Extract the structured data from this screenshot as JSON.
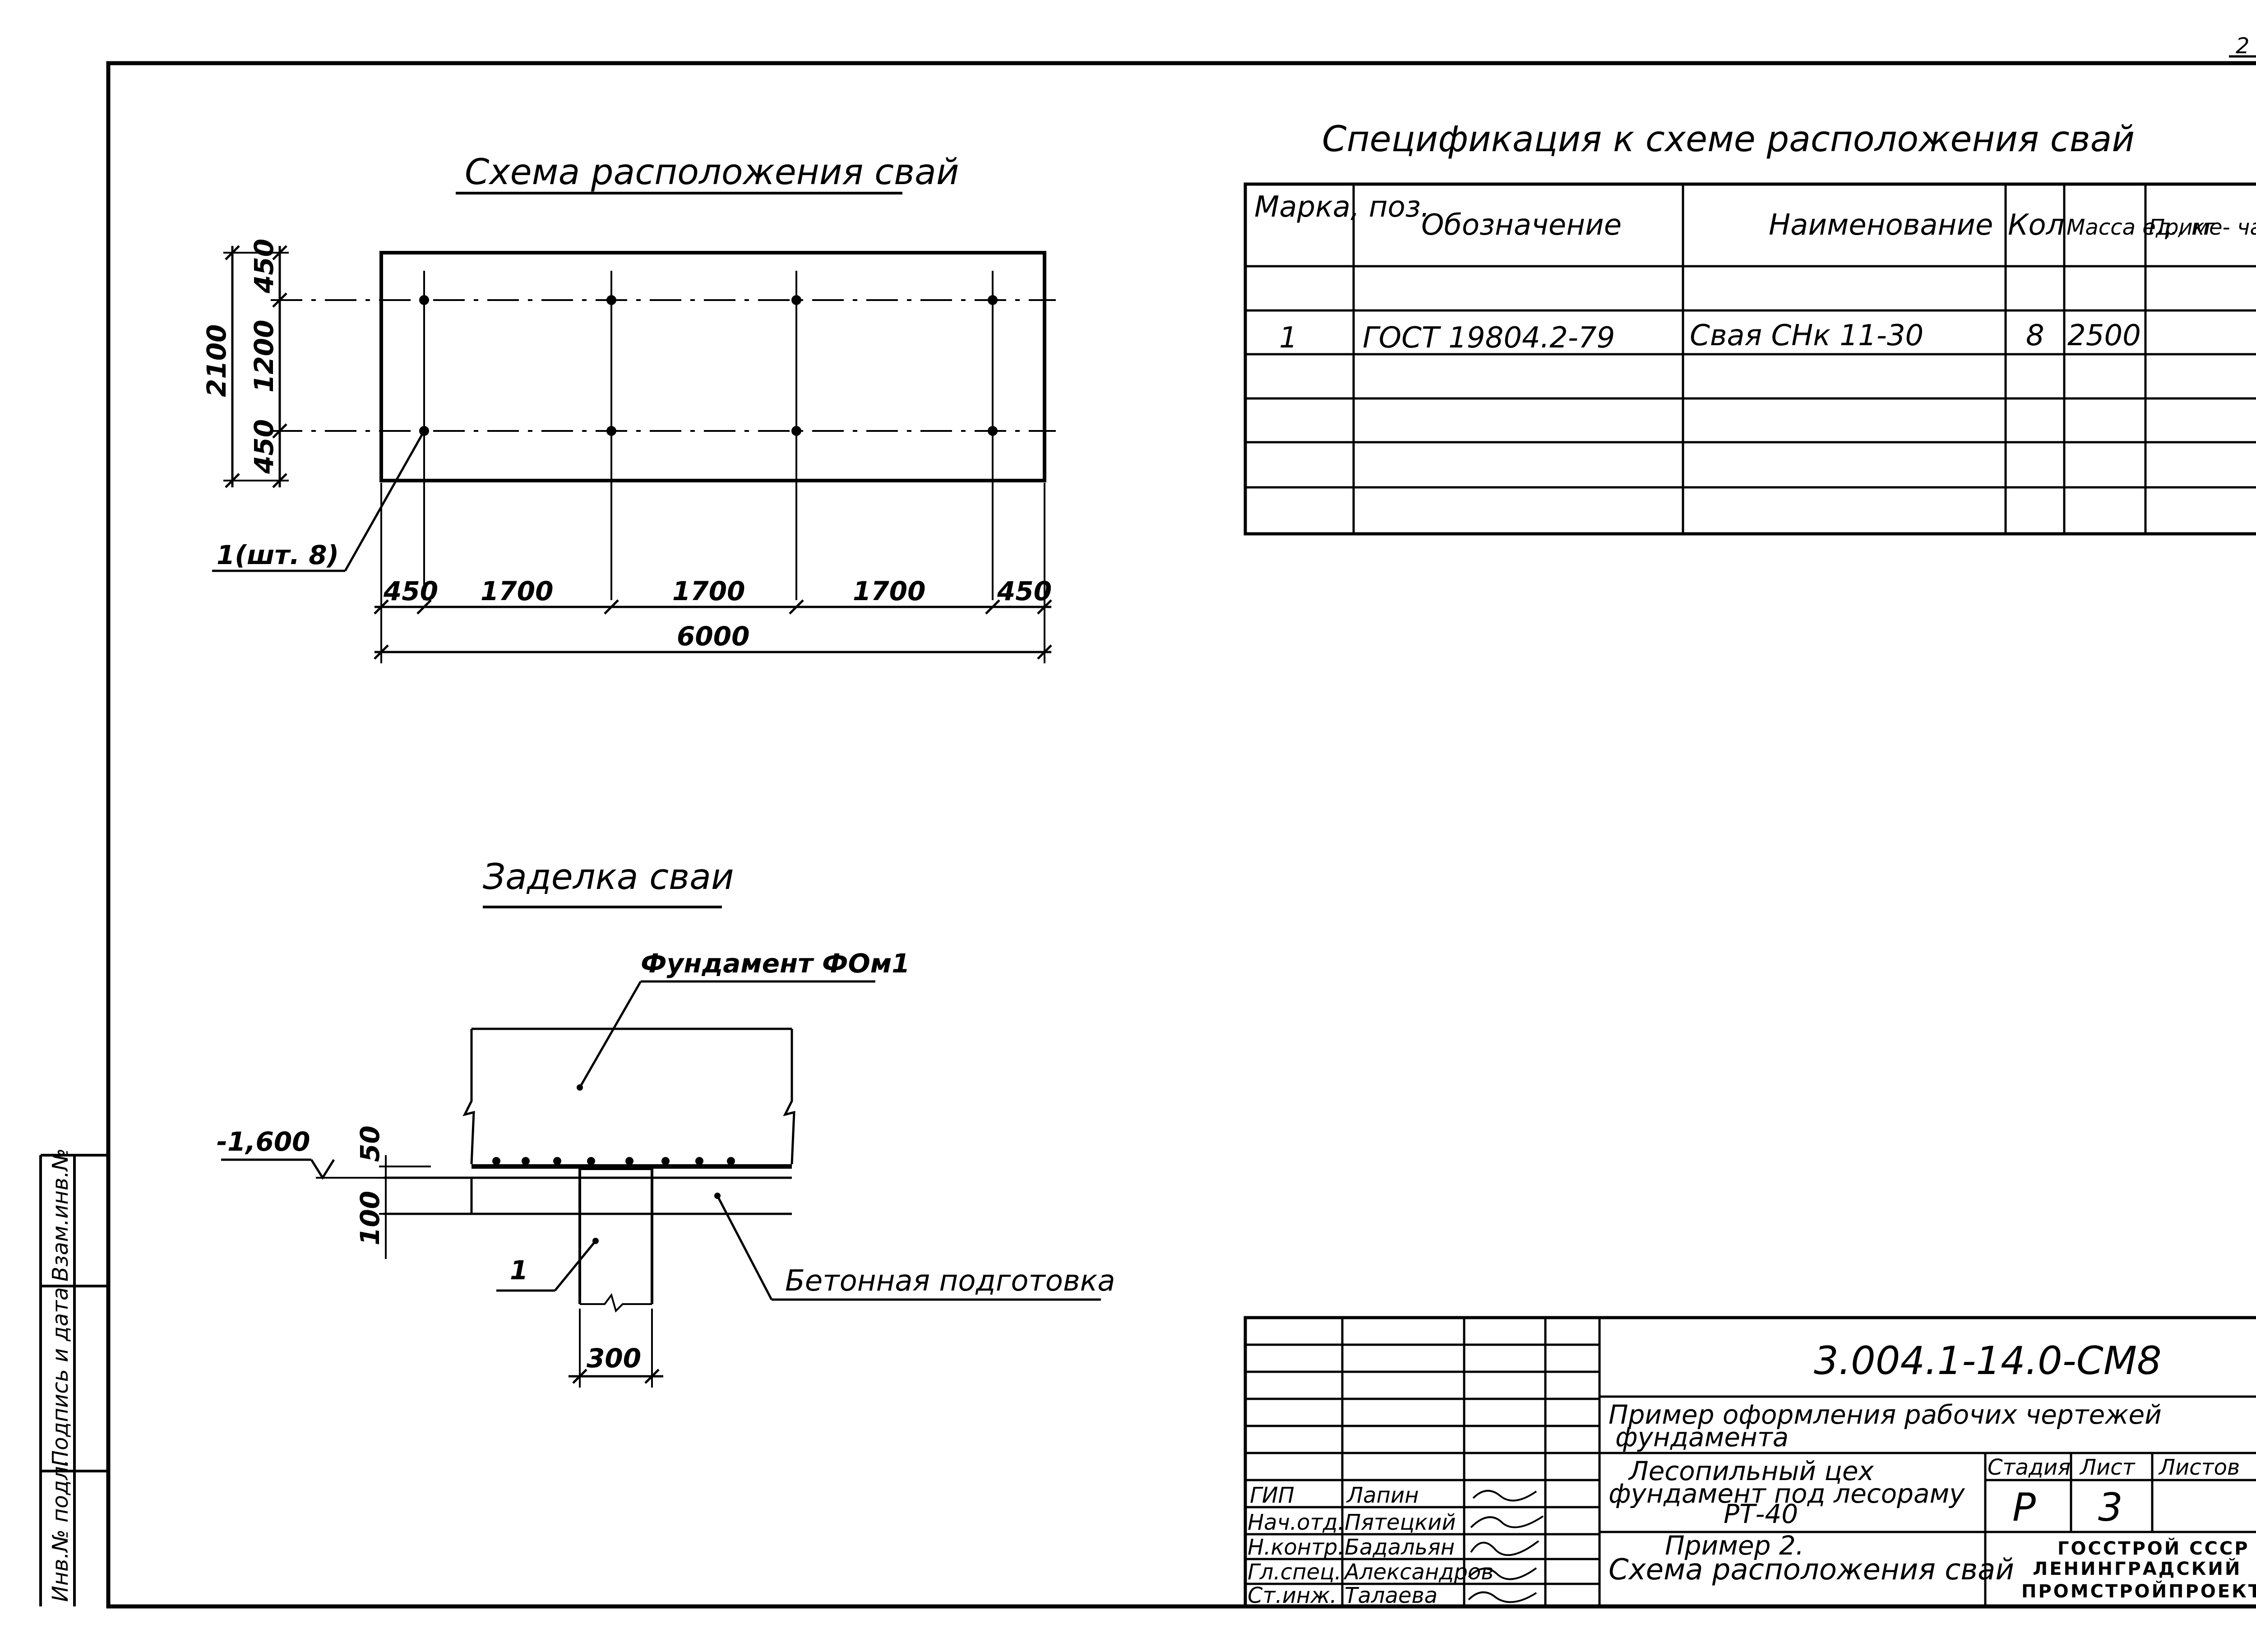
{
  "sheet_corner_number": "2",
  "pile_scheme": {
    "title": "Схема расположения свай",
    "dim_left_total": "2100",
    "dim_left_parts": [
      "450",
      "1200",
      "450"
    ],
    "dim_bottom_parts": [
      "450",
      "1700",
      "1700",
      "1700",
      "450"
    ],
    "dim_bottom_total": "6000",
    "pile_callout": "1(шт. 8)"
  },
  "spec_table": {
    "title": "Спецификация к схеме расположения свай",
    "headers": [
      "Марка, поз.",
      "Обозначение",
      "Наименование",
      "Кол",
      "Масса ед., кг",
      "Приме- чание"
    ],
    "rows": [
      [
        "",
        "",
        "",
        "",
        "",
        ""
      ],
      [
        "1",
        "ГОСТ 19804.2-79",
        "Свая СНк 11-30",
        "8",
        "2500",
        ""
      ],
      [
        "",
        "",
        "",
        "",
        "",
        ""
      ],
      [
        "",
        "",
        "",
        "",
        "",
        ""
      ],
      [
        "",
        "",
        "",
        "",
        "",
        ""
      ],
      [
        "",
        "",
        "",
        "",
        "",
        ""
      ]
    ]
  },
  "pile_embed": {
    "title": "Заделка сваи",
    "foundation_label": "Фундамент ФОм1",
    "level_mark": "-1,600",
    "dim_50": "50",
    "dim_100": "100",
    "pile_label": "1",
    "concrete_label": "Бетонная подготовка",
    "width_dim": "300"
  },
  "left_margin_stamps": [
    "Взам.инв.№",
    "Подпись и дата",
    "Инв.№ подл."
  ],
  "title_block": {
    "code": "3.004.1-14.0-СМ8",
    "description_line1": "Пример оформления рабочих чертежей",
    "description_line2": "фундамента",
    "object_line1": "Лесопильный цех",
    "object_line2": "фундамент под лесораму",
    "object_line3": "РТ-40",
    "stage_label": "Стадия",
    "sheet_label": "Лист",
    "sheets_label": "Листов",
    "stage_value": "Р",
    "sheet_value": "3",
    "sheet_title_line1": "Пример 2.",
    "sheet_title_line2": "Схема расположения свай",
    "org_line1": "ГОССТРОЙ СССР",
    "org_line2": "ЛЕНИНГРАДСКИЙ",
    "org_line3": "ПРОМСТРОЙПРОЕКТ",
    "signatures": [
      {
        "role": "ГИП",
        "name": "Лапин"
      },
      {
        "role": "Нач.отд.",
        "name": "Пятецкий"
      },
      {
        "role": "Н.контр.",
        "name": "Бадальян"
      },
      {
        "role": "Гл.спец.",
        "name": "Александров"
      },
      {
        "role": "Ст.инж.",
        "name": "Талаева"
      }
    ]
  }
}
